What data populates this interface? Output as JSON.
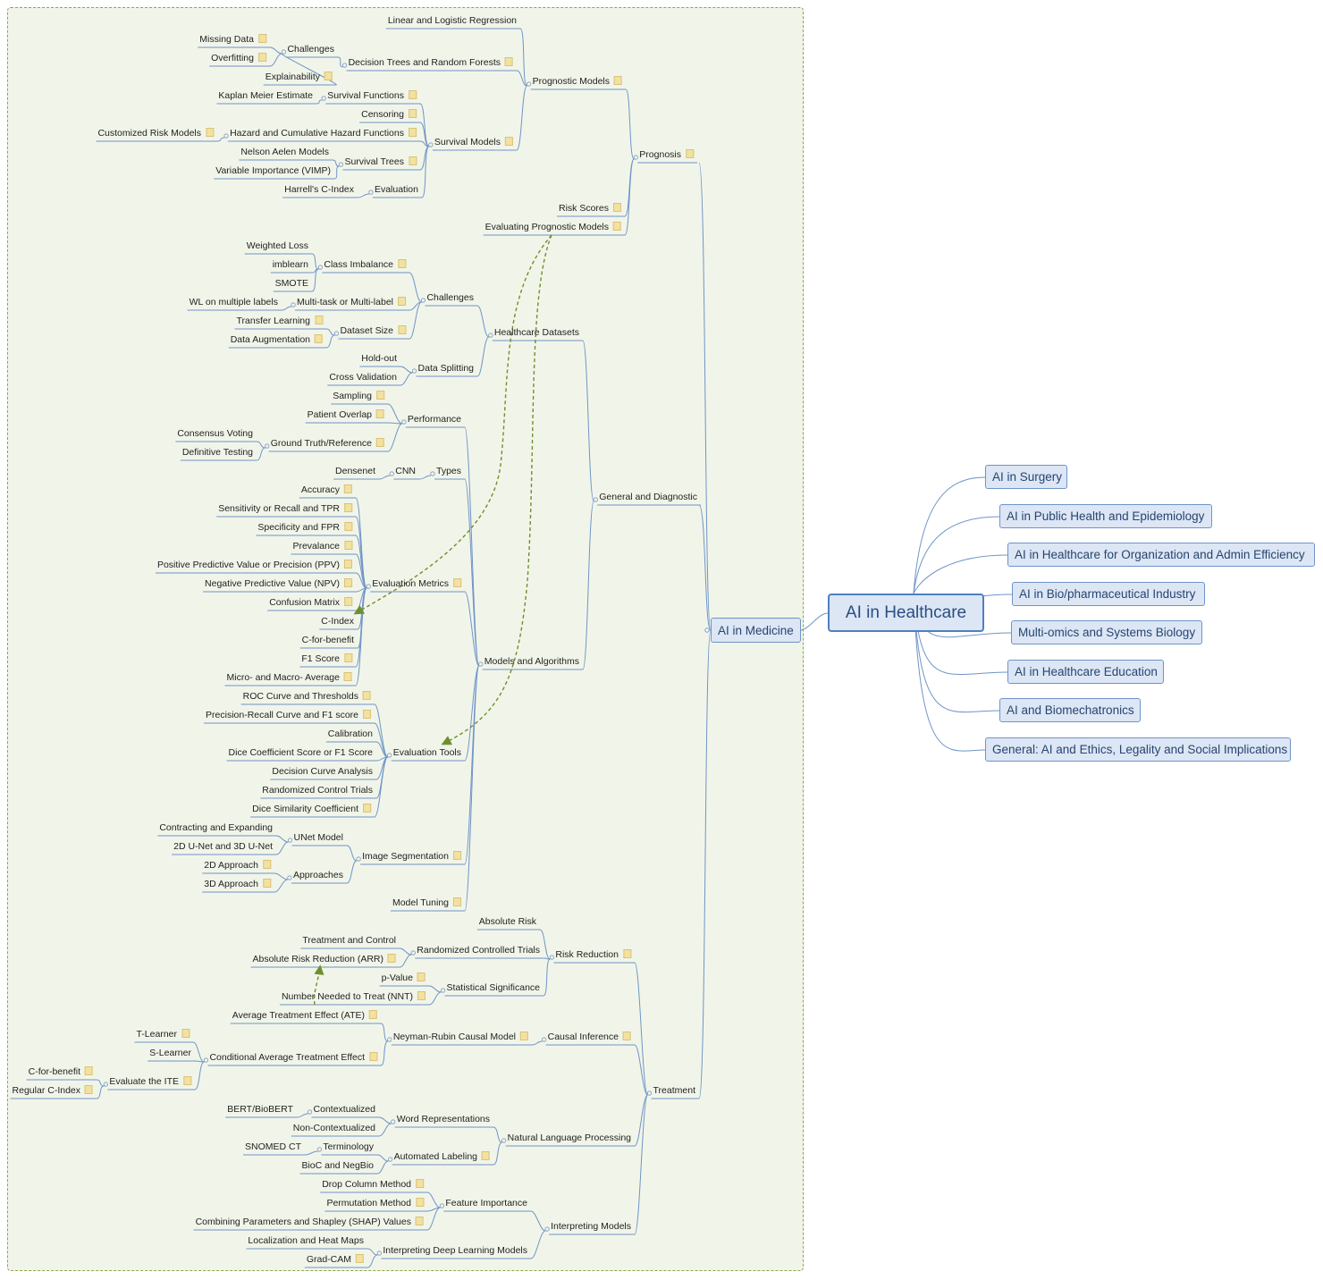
{
  "central": "AI in Healthcare",
  "main_branches": [
    "AI in Medicine",
    "AI in Surgery",
    "AI in Public Health and Epidemiology",
    "AI in Healthcare for Organization and Admin Efficiency",
    "AI in Bio/pharmaceutical Industry",
    "Multi-omics and Systems Biology",
    "AI in Healthcare Education",
    "AI and Biomechatronics",
    "General: AI and Ethics, Legality and Social Implications"
  ],
  "medicine_tree": [
    {
      "label": "Prognosis",
      "note": true,
      "children": [
        {
          "label": "Prognostic Models",
          "note": true,
          "children": [
            {
              "label": "Linear and Logistic Regression"
            },
            {
              "label": "Decision Trees and Random Forests",
              "note": true,
              "children": [
                {
                  "label": "Challenges",
                  "children": [
                    {
                      "label": "Missing Data",
                      "note": true
                    },
                    {
                      "label": "Overfitting",
                      "note": true
                    },
                    {
                      "label": "Explainability",
                      "note": true
                    }
                  ]
                }
              ]
            },
            {
              "label": "Survival Models",
              "note": true,
              "children": [
                {
                  "label": "Survival Functions",
                  "note": true,
                  "children": [
                    {
                      "label": "Kaplan Meier Estimate"
                    }
                  ]
                },
                {
                  "label": "Censoring",
                  "note": true
                },
                {
                  "label": "Hazard and Cumulative Hazard Functions",
                  "note": true,
                  "children": [
                    {
                      "label": "Customized Risk Models",
                      "note": true
                    }
                  ]
                },
                {
                  "label": "Survival Trees",
                  "note": true,
                  "children": [
                    {
                      "label": "Nelson Aelen Models"
                    },
                    {
                      "label": "Variable Importance (VIMP)"
                    }
                  ]
                },
                {
                  "label": "Evaluation",
                  "children": [
                    {
                      "label": "Harrell's C-Index"
                    }
                  ]
                }
              ]
            }
          ]
        },
        {
          "label": "Risk Scores",
          "note": true
        },
        {
          "label": "Evaluating Prognostic Models",
          "note": true
        }
      ]
    },
    {
      "label": "General and Diagnostic",
      "children": [
        {
          "label": "Healthcare Datasets",
          "children": [
            {
              "label": "Challenges",
              "children": [
                {
                  "label": "Class Imbalance",
                  "note": true,
                  "children": [
                    {
                      "label": "Weighted Loss"
                    },
                    {
                      "label": "imblearn"
                    },
                    {
                      "label": "SMOTE"
                    }
                  ]
                },
                {
                  "label": "Multi-task or Multi-label",
                  "note": true,
                  "children": [
                    {
                      "label": "WL on multiple labels"
                    }
                  ]
                },
                {
                  "label": "Dataset Size",
                  "note": true,
                  "children": [
                    {
                      "label": "Transfer Learning",
                      "note": true
                    },
                    {
                      "label": "Data Augmentation",
                      "note": true
                    }
                  ]
                }
              ]
            },
            {
              "label": "Data Splitting",
              "children": [
                {
                  "label": "Hold-out"
                },
                {
                  "label": "Cross Validation"
                }
              ]
            }
          ]
        },
        {
          "label": "Models and Algorithms",
          "children": [
            {
              "label": "Performance",
              "children": [
                {
                  "label": "Sampling",
                  "note": true
                },
                {
                  "label": "Patient Overlap",
                  "note": true
                },
                {
                  "label": "Ground Truth/Reference",
                  "note": true,
                  "children": [
                    {
                      "label": "Consensus Voting"
                    },
                    {
                      "label": "Definitive Testing"
                    }
                  ]
                }
              ]
            },
            {
              "label": "Types",
              "children": [
                {
                  "label": "CNN",
                  "children": [
                    {
                      "label": "Densenet"
                    }
                  ]
                }
              ]
            },
            {
              "label": "Evaluation Metrics",
              "note": true,
              "children": [
                {
                  "label": "Accuracy",
                  "note": true
                },
                {
                  "label": "Sensitivity or Recall and TPR",
                  "note": true
                },
                {
                  "label": "Specificity and FPR",
                  "note": true
                },
                {
                  "label": "Prevalance",
                  "note": true
                },
                {
                  "label": "Positive Predictive Value or Precision (PPV)",
                  "note": true
                },
                {
                  "label": "Negative Predictive Value (NPV)",
                  "note": true
                },
                {
                  "label": "Confusion Matrix",
                  "note": true
                },
                {
                  "label": "C-Index"
                },
                {
                  "label": "C-for-benefit"
                },
                {
                  "label": "F1 Score",
                  "note": true
                },
                {
                  "label": "Micro- and Macro- Average",
                  "note": true
                }
              ]
            },
            {
              "label": "Evaluation Tools",
              "children": [
                {
                  "label": "ROC Curve and Thresholds",
                  "note": true
                },
                {
                  "label": "Precision-Recall Curve and F1 score",
                  "note": true
                },
                {
                  "label": "Calibration"
                },
                {
                  "label": "Dice Coefficient Score or F1 Score"
                },
                {
                  "label": "Decision Curve Analysis"
                },
                {
                  "label": "Randomized Control Trials"
                },
                {
                  "label": "Dice Similarity Coefficient",
                  "note": true
                }
              ]
            },
            {
              "label": "Image Segmentation",
              "note": true,
              "children": [
                {
                  "label": "UNet Model",
                  "children": [
                    {
                      "label": "Contracting and Expanding"
                    },
                    {
                      "label": "2D U-Net and 3D U-Net"
                    }
                  ]
                },
                {
                  "label": "Approaches",
                  "children": [
                    {
                      "label": "2D Approach",
                      "note": true
                    },
                    {
                      "label": "3D Approach",
                      "note": true
                    }
                  ]
                }
              ]
            },
            {
              "label": "Model Tuning",
              "note": true
            }
          ]
        }
      ]
    },
    {
      "label": "Treatment",
      "children": [
        {
          "label": "Risk Reduction",
          "note": true,
          "children": [
            {
              "label": "Absolute Risk"
            },
            {
              "label": "Randomized Controlled Trials",
              "children": [
                {
                  "label": "Treatment and Control"
                },
                {
                  "label": "Absolute Risk Reduction (ARR)",
                  "note": true
                }
              ]
            },
            {
              "label": "Statistical Significance",
              "children": [
                {
                  "label": "p-Value",
                  "note": true
                },
                {
                  "label": "Number Needed to Treat (NNT)",
                  "note": true
                }
              ]
            }
          ]
        },
        {
          "label": "Causal Inference",
          "note": true,
          "children": [
            {
              "label": "Neyman-Rubin Causal Model",
              "note": true,
              "children": [
                {
                  "label": "Average Treatment Effect (ATE)",
                  "note": true
                },
                {
                  "label": "Conditional Average Treatment Effect",
                  "note": true,
                  "children": [
                    {
                      "label": "T-Learner",
                      "note": true
                    },
                    {
                      "label": "S-Learner"
                    },
                    {
                      "label": "Evaluate the ITE",
                      "note": true,
                      "children": [
                        {
                          "label": "C-for-benefit",
                          "note": true
                        },
                        {
                          "label": "Regular C-Index",
                          "note": true
                        }
                      ]
                    }
                  ]
                }
              ]
            }
          ]
        },
        {
          "label": "Natural Language Processing",
          "children": [
            {
              "label": "Word Representations",
              "children": [
                {
                  "label": "Contextualized",
                  "children": [
                    {
                      "label": "BERT/BioBERT"
                    }
                  ]
                },
                {
                  "label": "Non-Contextualized"
                }
              ]
            },
            {
              "label": "Automated Labeling",
              "note": true,
              "children": [
                {
                  "label": "Terminology",
                  "children": [
                    {
                      "label": "SNOMED CT"
                    }
                  ]
                },
                {
                  "label": "BioC and NegBio"
                }
              ]
            }
          ]
        },
        {
          "label": "Interpreting Models",
          "children": [
            {
              "label": "Feature Importance",
              "children": [
                {
                  "label": "Drop Column Method",
                  "note": true
                },
                {
                  "label": "Permutation Method",
                  "note": true
                },
                {
                  "label": "Combining Parameters and Shapley (SHAP) Values",
                  "note": true
                }
              ]
            },
            {
              "label": "Interpreting Deep Learning Models",
              "children": [
                {
                  "label": "Localization and Heat Maps"
                },
                {
                  "label": "Grad-CAM",
                  "note": true
                }
              ]
            }
          ]
        }
      ]
    }
  ],
  "relationships": [
    {
      "from": "Evaluating Prognostic Models",
      "to": "C-Index"
    },
    {
      "from": "Evaluating Prognostic Models",
      "to": "Evaluation Tools"
    },
    {
      "from": "Number Needed to Treat (NNT)",
      "to": "Absolute Risk Reduction (ARR)"
    }
  ],
  "colors": {
    "line": "#6f94c8",
    "relationship": "#6f8f2f",
    "boundary_fill": "#f1f5e9",
    "boundary_border": "#8aa64a",
    "box_fill": "#dce6f5",
    "note": "#f3e1a0"
  }
}
